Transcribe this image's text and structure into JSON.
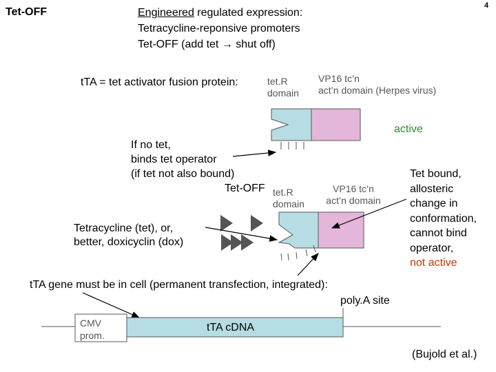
{
  "corner_label": "Tet-OFF",
  "page_number": "4",
  "header": {
    "line1_underlined": "Engineered",
    "line1_rest": " regulated expression:",
    "line2": "Tetracycline-reponsive promoters",
    "line3": "Tet-OFF (add tet → shut off)"
  },
  "tta_definition": "tTA = tet activator fusion protein:",
  "top_protein": {
    "tetR_label": [
      "tet.R",
      "domain"
    ],
    "vp16_label": [
      "VP16 tc’n",
      "act’n domain (Herpes virus)"
    ],
    "state": "active"
  },
  "no_tet_note": [
    "If no tet,",
    "binds tet operator",
    "(if tet not also bound)"
  ],
  "bottom_protein": {
    "title": "Tet-OFF",
    "tetR_label": [
      "tet.R",
      "domain"
    ],
    "vp16_label": [
      "VP16 tc’n",
      "act’n domain"
    ]
  },
  "tet_note": [
    "Tetracycline (tet), or,",
    "better, doxicyclin (dox)"
  ],
  "bound_note": [
    "Tet bound,",
    "allosteric",
    "change in",
    "conformation,",
    "cannot bind",
    "operator,"
  ],
  "bound_state": "not active",
  "gene_note": "tTA gene must be in cell (permanent transfection, integrated):",
  "polya_label": "poly.A site",
  "cmv_label": [
    "CMV",
    "prom."
  ],
  "cdna_label": "tTA cDNA",
  "citation": "(Bujold et al.)",
  "colors": {
    "tetR_fill": "#b7dde4",
    "vp16_fill": "#e4b7da",
    "active": "#2e8b2e",
    "not_active": "#cc3300",
    "dna_fill": "#b7dde4"
  }
}
